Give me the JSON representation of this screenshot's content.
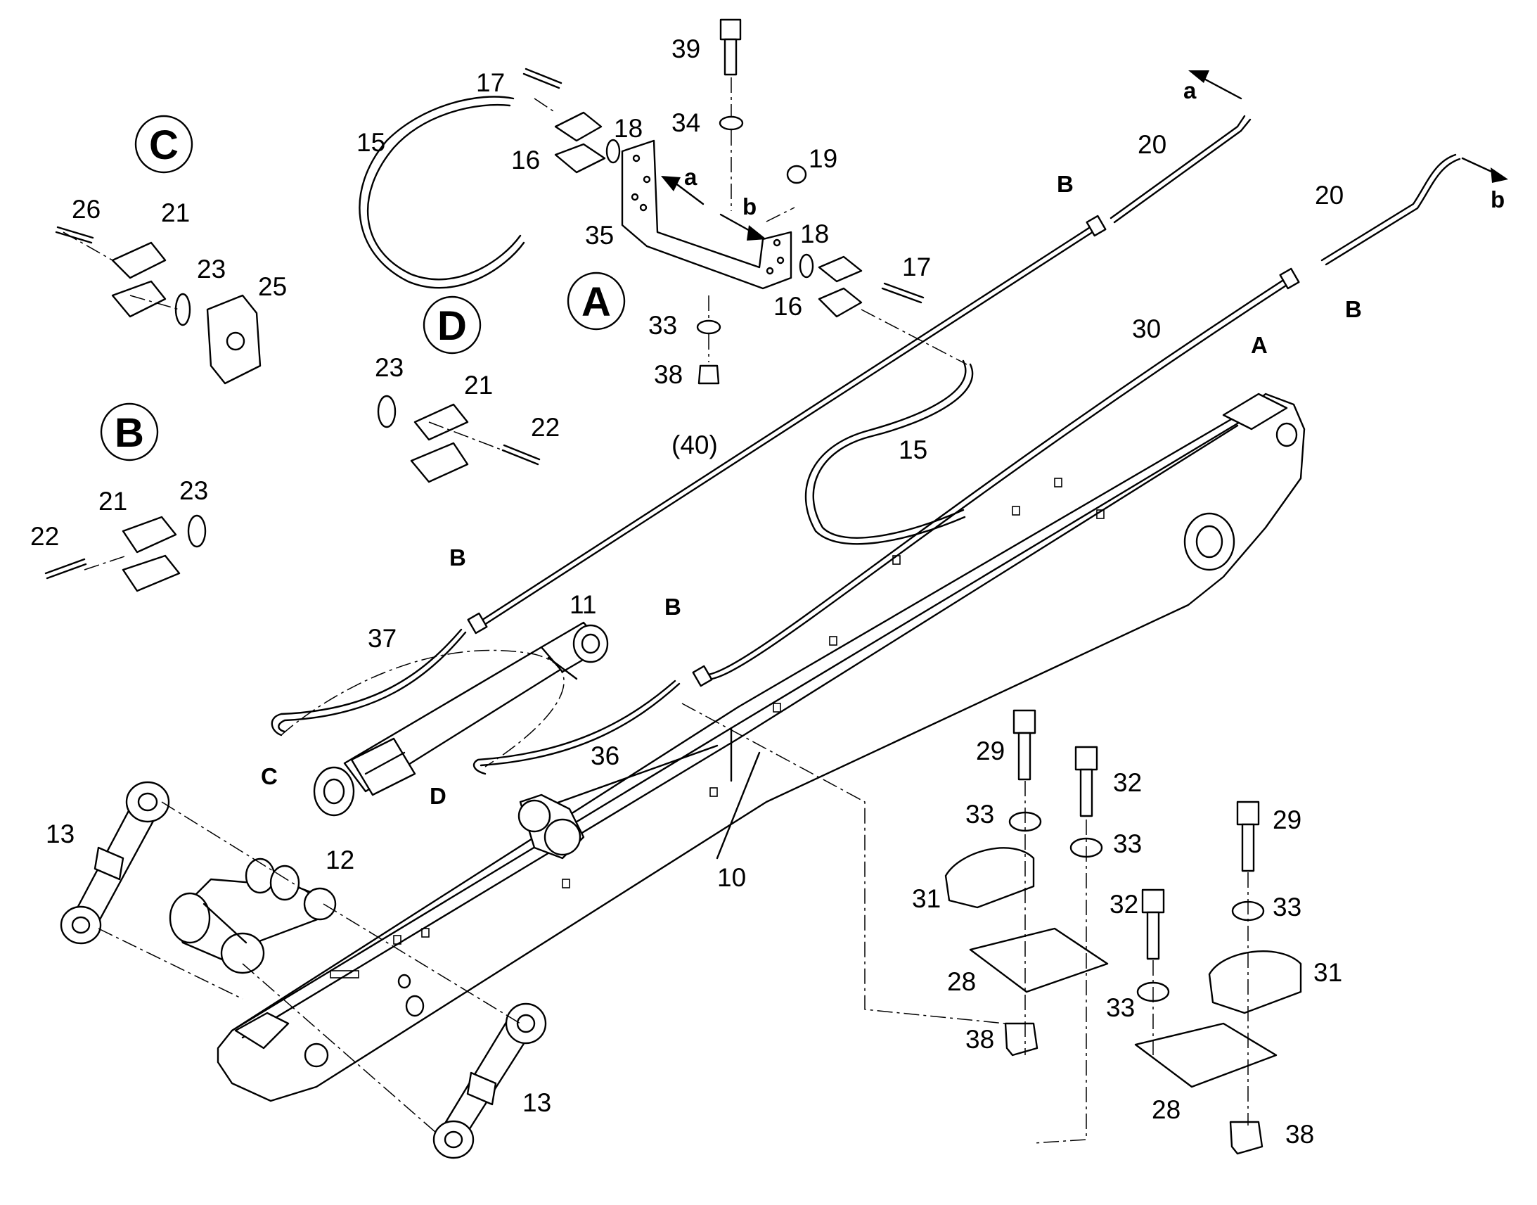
{
  "diagram": {
    "detail_views": [
      {
        "id": "C",
        "label": "C"
      },
      {
        "id": "D",
        "label": "D"
      },
      {
        "id": "B",
        "label": "B"
      },
      {
        "id": "A",
        "label": "A"
      }
    ],
    "callouts": {
      "p39": "39",
      "p34": "34",
      "p17a": "17",
      "p15a": "15",
      "p16a": "16",
      "p18a": "18",
      "p19": "19",
      "p35": "35",
      "p18b": "18",
      "p17b": "17",
      "p16b": "16",
      "p33a": "33",
      "p38a": "38",
      "p26": "26",
      "p21c": "21",
      "p23c": "23",
      "p25": "25",
      "p23d": "23",
      "p21d": "21",
      "p22d": "22",
      "p40": "(40)",
      "p21b": "21",
      "p23b": "23",
      "p22b": "22",
      "p20a": "20",
      "p20b": "20",
      "p30": "30",
      "p15b": "15",
      "p11": "11",
      "p37": "37",
      "p36": "36",
      "p13a": "13",
      "p12": "12",
      "p10": "10",
      "p13b": "13",
      "p29a": "29",
      "p32a": "32",
      "p33b": "33",
      "p33c": "33",
      "p31a": "31",
      "p28a": "28",
      "p38b": "38",
      "p29b": "29",
      "p32b": "32",
      "p33d": "33",
      "p33e": "33",
      "p31b": "31",
      "p28b": "28",
      "p38c": "38"
    },
    "connector_letters": {
      "a_top": "a",
      "b_top": "b",
      "a_bracket": "a",
      "b_bracket": "b",
      "B_pipe_top": "B",
      "B_pipe_right": "B",
      "B_pipe_left": "B",
      "B_pipe_mid": "B",
      "A_boom": "A",
      "C_hose": "C",
      "D_hose": "D"
    }
  }
}
